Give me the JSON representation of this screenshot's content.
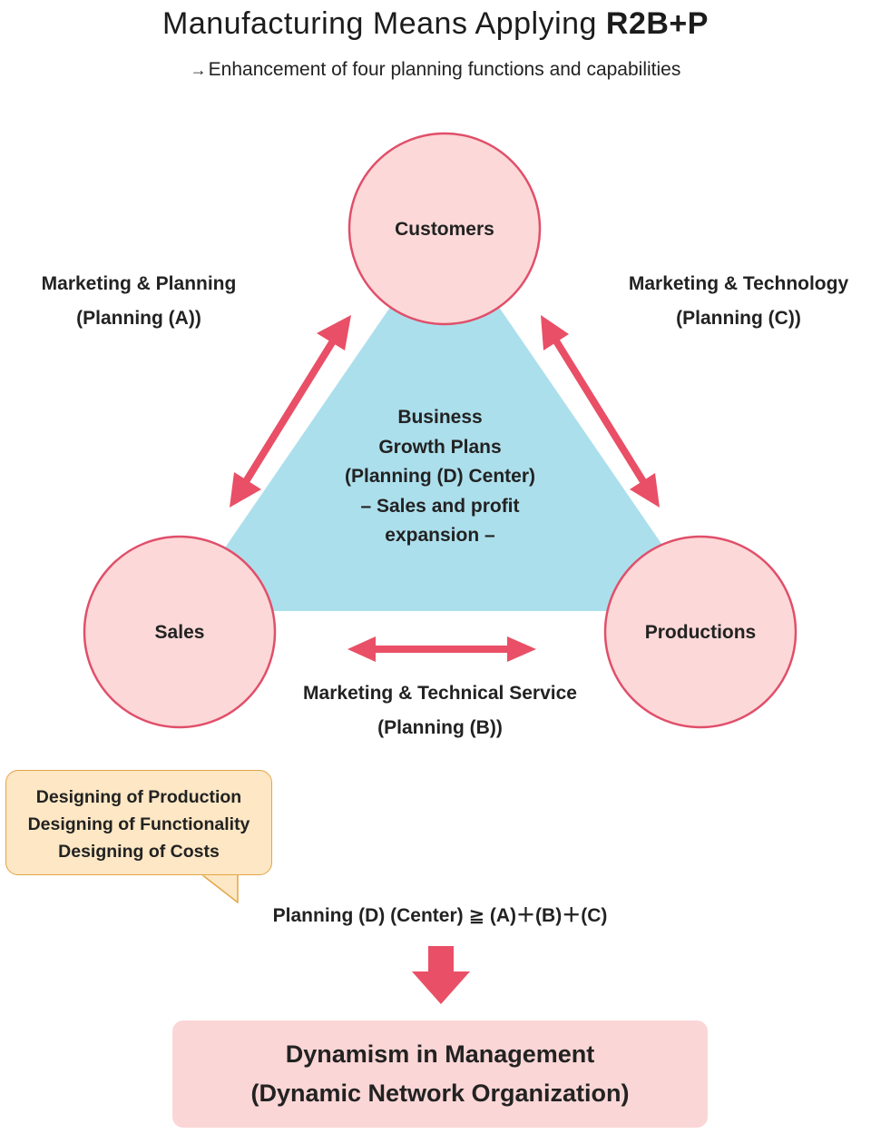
{
  "header": {
    "title_prefix": "Manufacturing Means Applying ",
    "title_brand": "R2B+P",
    "subtitle": "Enhancement of four planning functions and capabilities"
  },
  "nodes": {
    "customers": "Customers",
    "sales": "Sales",
    "productions": "Productions"
  },
  "center": {
    "lines": [
      "Business",
      "Growth Plans",
      "(Planning (D) Center)",
      "– Sales and profit",
      "expansion –"
    ]
  },
  "links": {
    "a": {
      "line1": "Marketing & Planning",
      "line2": "(Planning (A))"
    },
    "b": {
      "line1": "Marketing & Technical Service",
      "line2": "(Planning (B))"
    },
    "c": {
      "line1": "Marketing & Technology",
      "line2": "(Planning (C))"
    }
  },
  "callout": {
    "lines": [
      "Designing of Production",
      "Designing of Functionality",
      "Designing of Costs"
    ]
  },
  "formula": "Planning (D) (Center) ≧ (A)＋(B)＋(C)",
  "result": {
    "line1": "Dynamism in Management",
    "line2": "(Dynamic Network Organization)"
  },
  "colors": {
    "triangle_fill": "#acdfec",
    "circle_fill": "#fcd8d8",
    "circle_stroke": "#e04f6a",
    "arrow": "#e94f66",
    "callout_fill": "#fde7c4",
    "callout_stroke": "#e2a646",
    "result_fill": "#fbd6d6"
  }
}
